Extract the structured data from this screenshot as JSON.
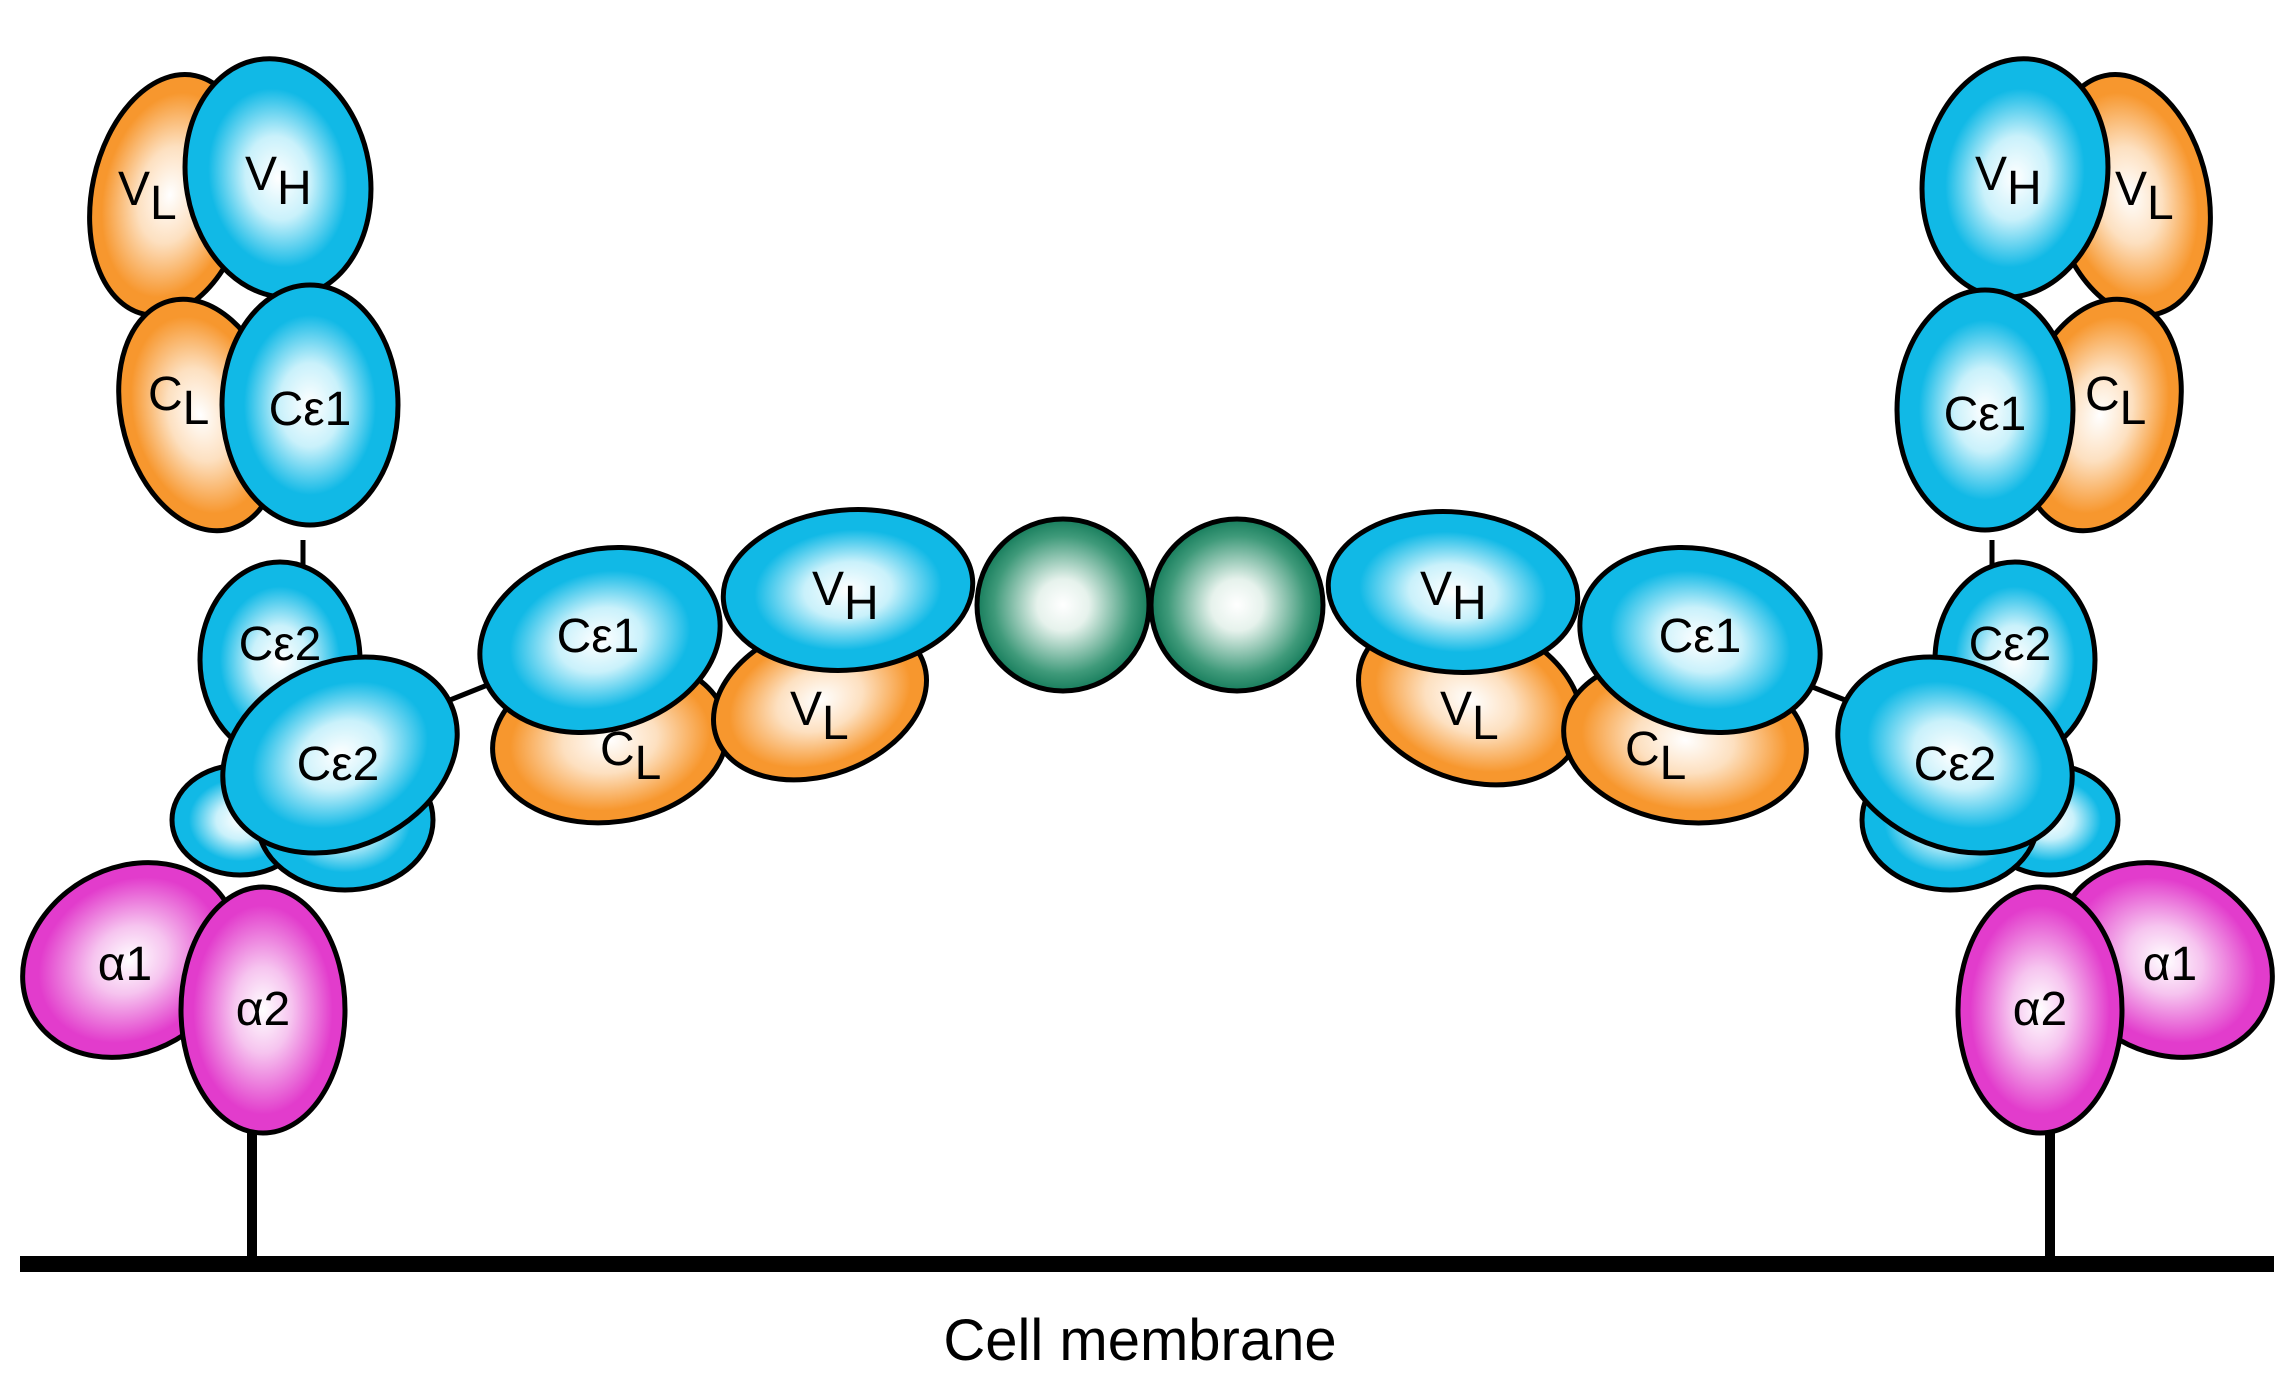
{
  "colors": {
    "heavy": "#11b9e6",
    "light": "#f7972e",
    "alpha": "#e23ccc",
    "antigen": "#177d5c"
  },
  "labels": {
    "vh": "V",
    "vh_sub": "H",
    "vl": "V",
    "vl_sub": "L",
    "cl": "C",
    "cl_sub": "L",
    "ce1": "Cε1",
    "ce2": "Cε2",
    "a1": "α1",
    "a2": "α2"
  },
  "membrane_label": "Cell membrane"
}
